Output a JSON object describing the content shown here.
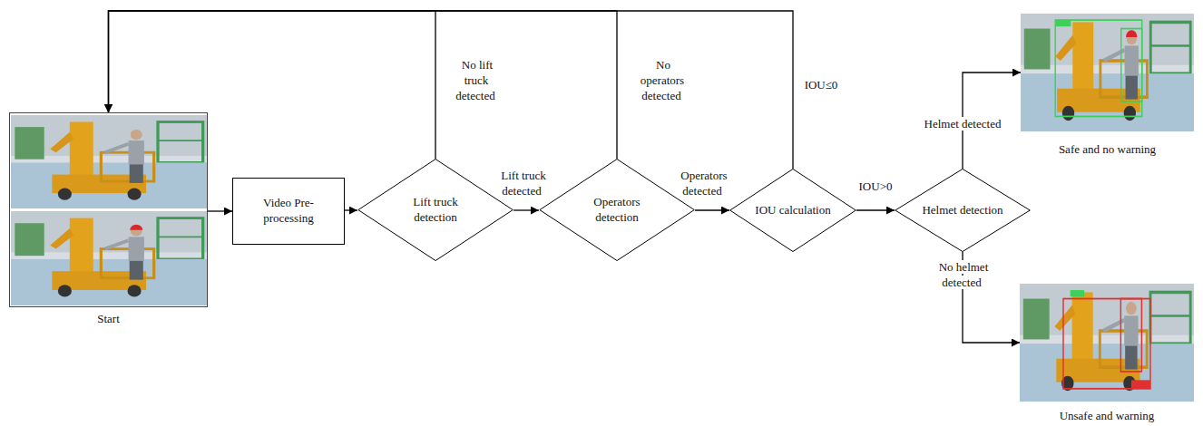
{
  "diagram": {
    "nodes": [
      {
        "text": [
          "Start"
        ]
      },
      {
        "text": [
          "Video Pre-processing"
        ]
      },
      {
        "text": [
          "Lift truck detection"
        ]
      },
      {
        "text": [
          "Operators detection"
        ]
      },
      {
        "text": [
          "IOU calculation"
        ]
      },
      {
        "text": [
          "Helmet detection"
        ]
      },
      {
        "text": [
          "Safe and no warning"
        ]
      },
      {
        "text": [
          "Unsafe and warning"
        ]
      }
    ],
    "edges": [
      {
        "from": 0,
        "to": 1,
        "arrow": "to"
      },
      {
        "from": 1,
        "to": 2,
        "arrow": "to"
      },
      {
        "from": 2,
        "to": 3,
        "label": "Lift truck detected",
        "arrow": "to"
      },
      {
        "from": 3,
        "to": 4,
        "label": "Operators detected",
        "arrow": "to"
      },
      {
        "from": 4,
        "to": 5,
        "label": "IOU>0",
        "arrow": "to"
      },
      {
        "from": 5,
        "to": 6,
        "label": "Helmet detected",
        "arrow": "to"
      },
      {
        "from": 5,
        "to": 7,
        "label": "No helmet detected",
        "arrow": "to"
      },
      {
        "from": 2,
        "to": 0,
        "label": "No lift truck detected",
        "arrow": "to"
      },
      {
        "from": 3,
        "to": 0,
        "label": "No operators detected",
        "arrow": "to"
      },
      {
        "from": 4,
        "to": 0,
        "label": "IOU≤0",
        "arrow": "to"
      }
    ]
  }
}
